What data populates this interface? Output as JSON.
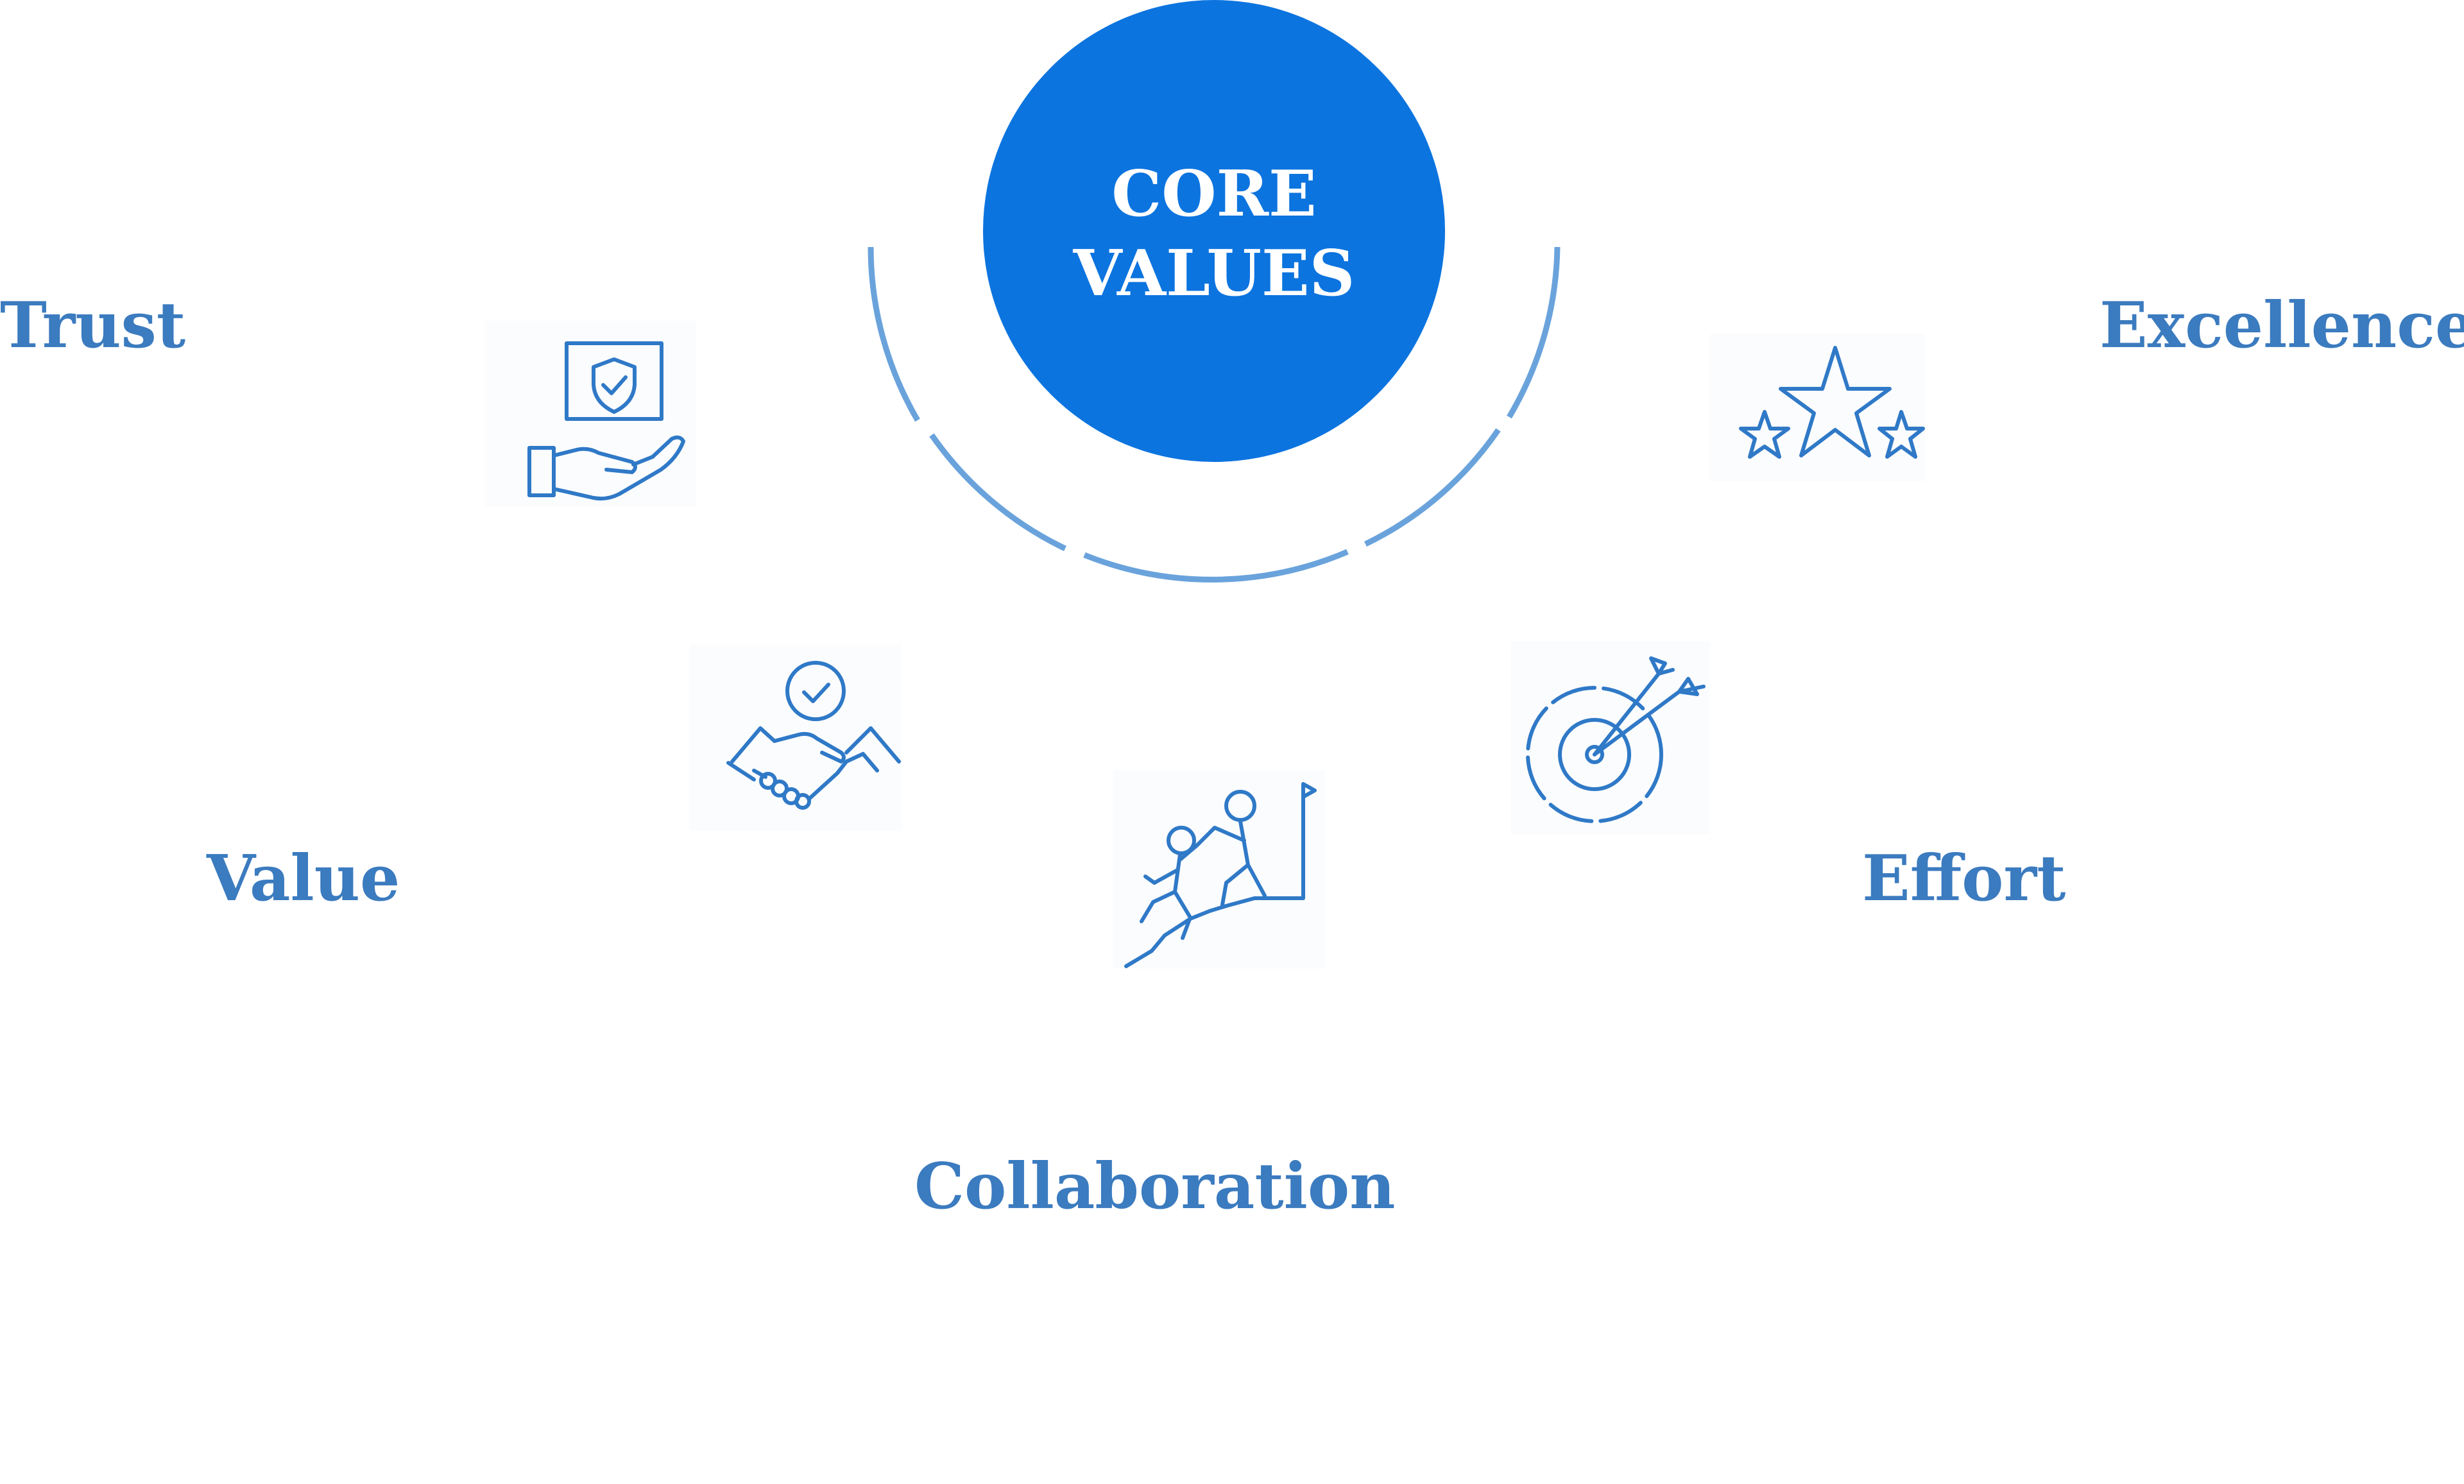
{
  "core": {
    "line1": "CORE",
    "line2": "VALUES",
    "circle_color": "#0c74df",
    "arc_color": "#6aa3dc"
  },
  "values": {
    "trust": {
      "label": "Trust",
      "icon": "hand-shield-icon"
    },
    "value": {
      "label": "Value",
      "icon": "handshake-check-icon"
    },
    "collaboration": {
      "label": "Collaboration",
      "icon": "climbing-help-icon"
    },
    "effort": {
      "label": "Effort",
      "icon": "target-arrows-icon"
    },
    "excellence": {
      "label": "Excellence",
      "icon": "three-stars-icon"
    }
  },
  "label_color": "#3b7bbf"
}
